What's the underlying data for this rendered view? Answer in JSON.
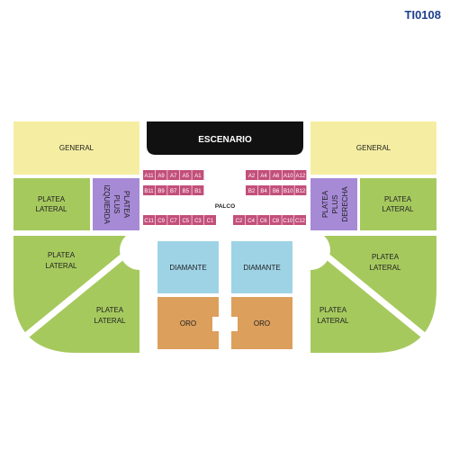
{
  "map_id": "TI0108",
  "colors": {
    "general": "#f5eea2",
    "lateral": "#a6c95e",
    "plus": "#a68ad6",
    "stage": "#111111",
    "palco_box": "#c34f7a",
    "diamante": "#9ed3e6",
    "oro": "#dc9f5c",
    "divider": "#ffffff"
  },
  "stage": {
    "label": "ESCENARIO"
  },
  "general_left": {
    "label": "GENERAL"
  },
  "general_right": {
    "label": "GENERAL"
  },
  "platea_lateral": {
    "line1": "PLATEA",
    "line2": "LATERAL"
  },
  "plus_left": {
    "l1": "PLATEA",
    "l2": "PLUS",
    "l3": "IZQUIERDA"
  },
  "plus_right": {
    "l1": "PLATEA",
    "l2": "PLUS",
    "l3": "DERECHA"
  },
  "palco": {
    "label": "PALCO",
    "row_a_left": [
      "A11",
      "A9",
      "A7",
      "A5",
      "A1"
    ],
    "row_a_right": [
      "A2",
      "A4",
      "A6",
      "A10",
      "A12"
    ],
    "row_b_left": [
      "B11",
      "B9",
      "B7",
      "B5",
      "B1"
    ],
    "row_b_right": [
      "B2",
      "B4",
      "B6",
      "B10",
      "B12"
    ],
    "row_c_left": [
      "C11",
      "C9",
      "C7",
      "C5",
      "C3",
      "C1"
    ],
    "row_c_right": [
      "C2",
      "C4",
      "C6",
      "C8",
      "C10",
      "C12"
    ]
  },
  "diamante_left": {
    "label": "DIAMANTE"
  },
  "diamante_right": {
    "label": "DIAMANTE"
  },
  "oro_left": {
    "label": "ORO"
  },
  "oro_right": {
    "label": "ORO"
  }
}
